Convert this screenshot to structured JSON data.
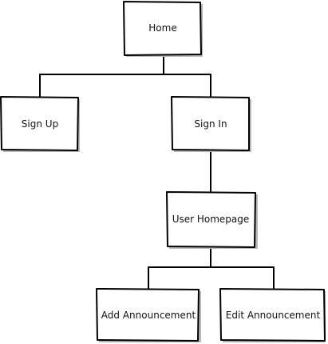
{
  "diagram": {
    "nodes": {
      "home": "Home",
      "sign_up": "Sign Up",
      "sign_in": "Sign In",
      "user_homepage": "User Homepage",
      "add_announcement": "Add Announcement",
      "edit_announcement": "Edit Announcement"
    },
    "edges": [
      {
        "from": "home",
        "to": "sign_up"
      },
      {
        "from": "home",
        "to": "sign_in"
      },
      {
        "from": "sign_in",
        "to": "user_homepage"
      },
      {
        "from": "user_homepage",
        "to": "add_announcement"
      },
      {
        "from": "user_homepage",
        "to": "edit_announcement"
      }
    ],
    "colors": {
      "stroke": "#000000",
      "fill": "#ffffff",
      "shadow": "#b8b8b8"
    }
  }
}
